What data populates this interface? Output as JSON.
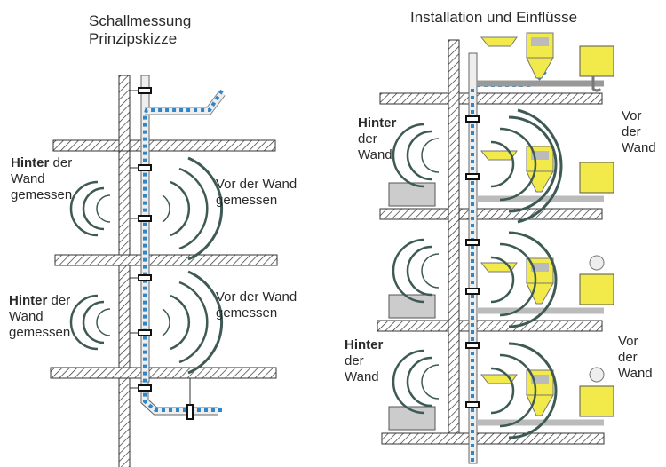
{
  "left_panel": {
    "title_line1": "Schallmessung",
    "title_line2": "Prinzipskizze",
    "upper": {
      "behind_bold": "Hinter",
      "behind_rest": " der",
      "behind_line2": "Wand",
      "behind_line3": "gemessen",
      "front_line1": "Vor der Wand",
      "front_line2": "gemessen"
    },
    "lower": {
      "behind_bold": "Hinter",
      "behind_rest": " der",
      "behind_line2": "Wand",
      "behind_line3": "gemessen",
      "front_line1": "Vor der Wand",
      "front_line2": "gemessen"
    }
  },
  "right_panel": {
    "title": "Installation und Einflüsse",
    "upper": {
      "behind_bold": "Hinter",
      "behind_line2": "der",
      "behind_line3": "Wand",
      "front_line1": "Vor",
      "front_line2": "der",
      "front_line3": "Wand"
    },
    "lower": {
      "behind_bold": "Hinter",
      "behind_line2": "der",
      "behind_line3": "Wand",
      "front_line1": "Vor",
      "front_line2": "der",
      "front_line3": "Wand"
    }
  },
  "colors": {
    "water_flow": "#2f86c8",
    "fixture_yellow": "#f2ea4a",
    "sound_wave": "#3e5a55",
    "hatch": "#333333"
  }
}
